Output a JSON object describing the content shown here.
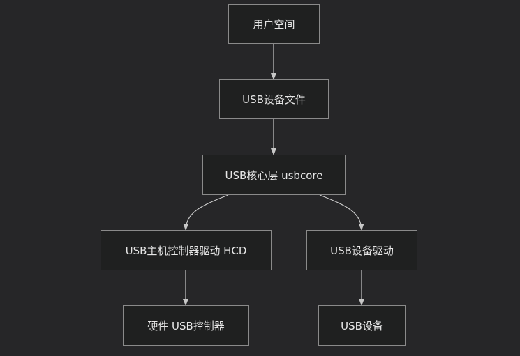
{
  "diagram": {
    "nodes": {
      "user_space": "用户空间",
      "usb_device_file": "USB设备文件",
      "usb_core": "USB核心层 usbcore",
      "host_controller_driver": "USB主机控制器驱动 HCD",
      "usb_device_driver": "USB设备驱动",
      "hardware_controller": "硬件 USB控制器",
      "usb_device": "USB设备"
    },
    "edges": [
      {
        "from": "user_space",
        "to": "usb_device_file"
      },
      {
        "from": "usb_device_file",
        "to": "usb_core"
      },
      {
        "from": "usb_core",
        "to": "host_controller_driver"
      },
      {
        "from": "usb_core",
        "to": "usb_device_driver"
      },
      {
        "from": "host_controller_driver",
        "to": "hardware_controller"
      },
      {
        "from": "usb_device_driver",
        "to": "usb_device"
      }
    ]
  }
}
